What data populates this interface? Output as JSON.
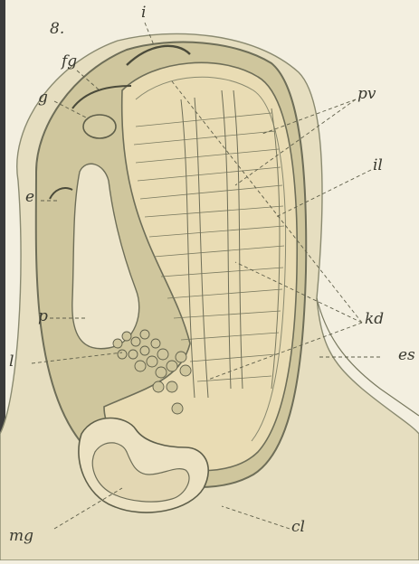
{
  "figure": {
    "number": "8.",
    "labels": {
      "i": "i",
      "fg": "fg",
      "g": "g",
      "e": "e",
      "p": "p",
      "l": "l",
      "mg": "mg",
      "pv": "pv",
      "il": "il",
      "kd": "kd",
      "es": "es",
      "cl": "cl"
    }
  }
}
